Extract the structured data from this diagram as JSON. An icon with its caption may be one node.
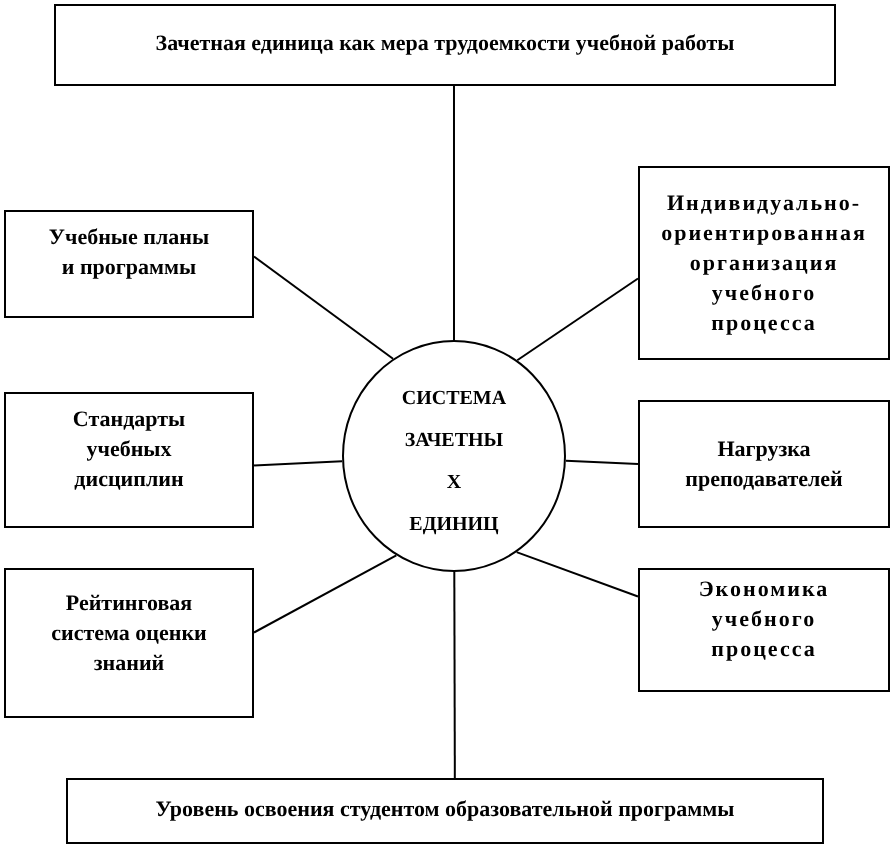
{
  "diagram": {
    "nodes": [
      {
        "text": [
          "Зачетная единица как мера трудоемкости учебной работы"
        ]
      },
      {
        "text": [
          "Учебные планы и программы"
        ]
      },
      {
        "text": [
          "Индивидуально-ориентированная организация учебного процесса"
        ]
      },
      {
        "text": [
          "Стандарты учебных дисциплин"
        ]
      },
      {
        "text": [
          "СИСТЕМА ЗАЧЕТНЫ Х ЕДИНИЦ"
        ]
      },
      {
        "text": [
          "Нагрузка преподавателей"
        ]
      },
      {
        "text": [
          "Рейтинговая система оценки знаний"
        ]
      },
      {
        "text": [
          "Экономика учебного процесса"
        ]
      },
      {
        "text": [
          "Уровень освоения студентом образовательной программы"
        ]
      }
    ],
    "edges": [
      {
        "from": 4,
        "to": 0,
        "arrow": "none"
      },
      {
        "from": 4,
        "to": 1,
        "arrow": "none"
      },
      {
        "from": 4,
        "to": 2,
        "arrow": "none"
      },
      {
        "from": 4,
        "to": 3,
        "arrow": "none"
      },
      {
        "from": 4,
        "to": 5,
        "arrow": "none"
      },
      {
        "from": 4,
        "to": 6,
        "arrow": "none"
      },
      {
        "from": 4,
        "to": 7,
        "arrow": "none"
      },
      {
        "from": 4,
        "to": 8,
        "arrow": "none"
      }
    ]
  }
}
